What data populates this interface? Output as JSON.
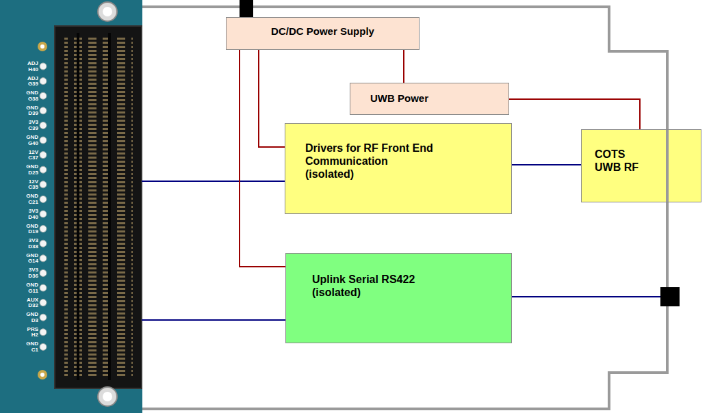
{
  "diagram": {
    "nodes": [
      {
        "text": [
          "DC/DC Power Supply"
        ]
      },
      {
        "text": [
          "UWB Power"
        ]
      },
      {
        "text": [
          "Drivers for RF Front End Communication (isolated)"
        ]
      },
      {
        "text": [
          "COTS UWB RF"
        ]
      },
      {
        "text": [
          "Uplink Serial RS422 (isolated)"
        ]
      }
    ],
    "edges": [
      {
        "from": 0,
        "to": 1,
        "arrow": "none"
      },
      {
        "from": 0,
        "to": 2,
        "arrow": "none"
      },
      {
        "from": 0,
        "to": 4,
        "arrow": "none"
      },
      {
        "from": 1,
        "to": 3,
        "arrow": "none"
      },
      {
        "from": 2,
        "to": 3,
        "arrow": "none"
      }
    ],
    "labels": [
      "ADJ",
      "H40",
      "ADJ",
      "G39",
      "GND",
      "G38",
      "GND",
      "D39",
      "3V3",
      "C39",
      "GND",
      "G40",
      "12V",
      "C37",
      "GND",
      "D25",
      "12V",
      "C35",
      "GND",
      "C21",
      "3V3",
      "D40",
      "GND",
      "D19",
      "3V3",
      "D38",
      "GND",
      "G14",
      "3V3",
      "D36",
      "GND",
      "G11",
      "AUX",
      "D32",
      "GND",
      "D3",
      "PRS",
      "H2",
      "GND",
      "C1"
    ]
  }
}
